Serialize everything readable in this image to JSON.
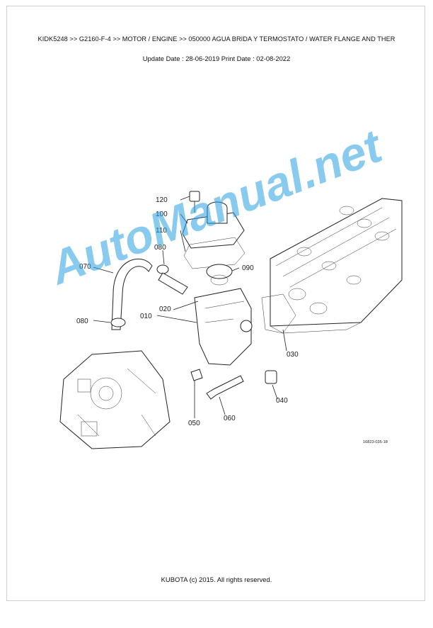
{
  "header": {
    "breadcrumb": "KIDK5248 >> G2160-F-4 >> MOTOR / ENGINE >> 050000   AGUA BRIDA Y TERMOSTATO / WATER FLANGE AND THER",
    "dates": "Update Date : 28-06-2019   Print Date : 02-08-2022"
  },
  "diagram": {
    "figure_code": "16823-035-18",
    "labels": {
      "p120": "120",
      "p100": "100",
      "p110": "110",
      "p080a": "080",
      "p070": "070",
      "p090": "090",
      "p010": "010",
      "p020": "020",
      "p080b": "080",
      "p030": "030",
      "p050": "050",
      "p060": "060",
      "p040": "040"
    }
  },
  "watermark": "AutoManual.net",
  "footer": {
    "copyright": "KUBOTA (c) 2015. All rights reserved."
  }
}
